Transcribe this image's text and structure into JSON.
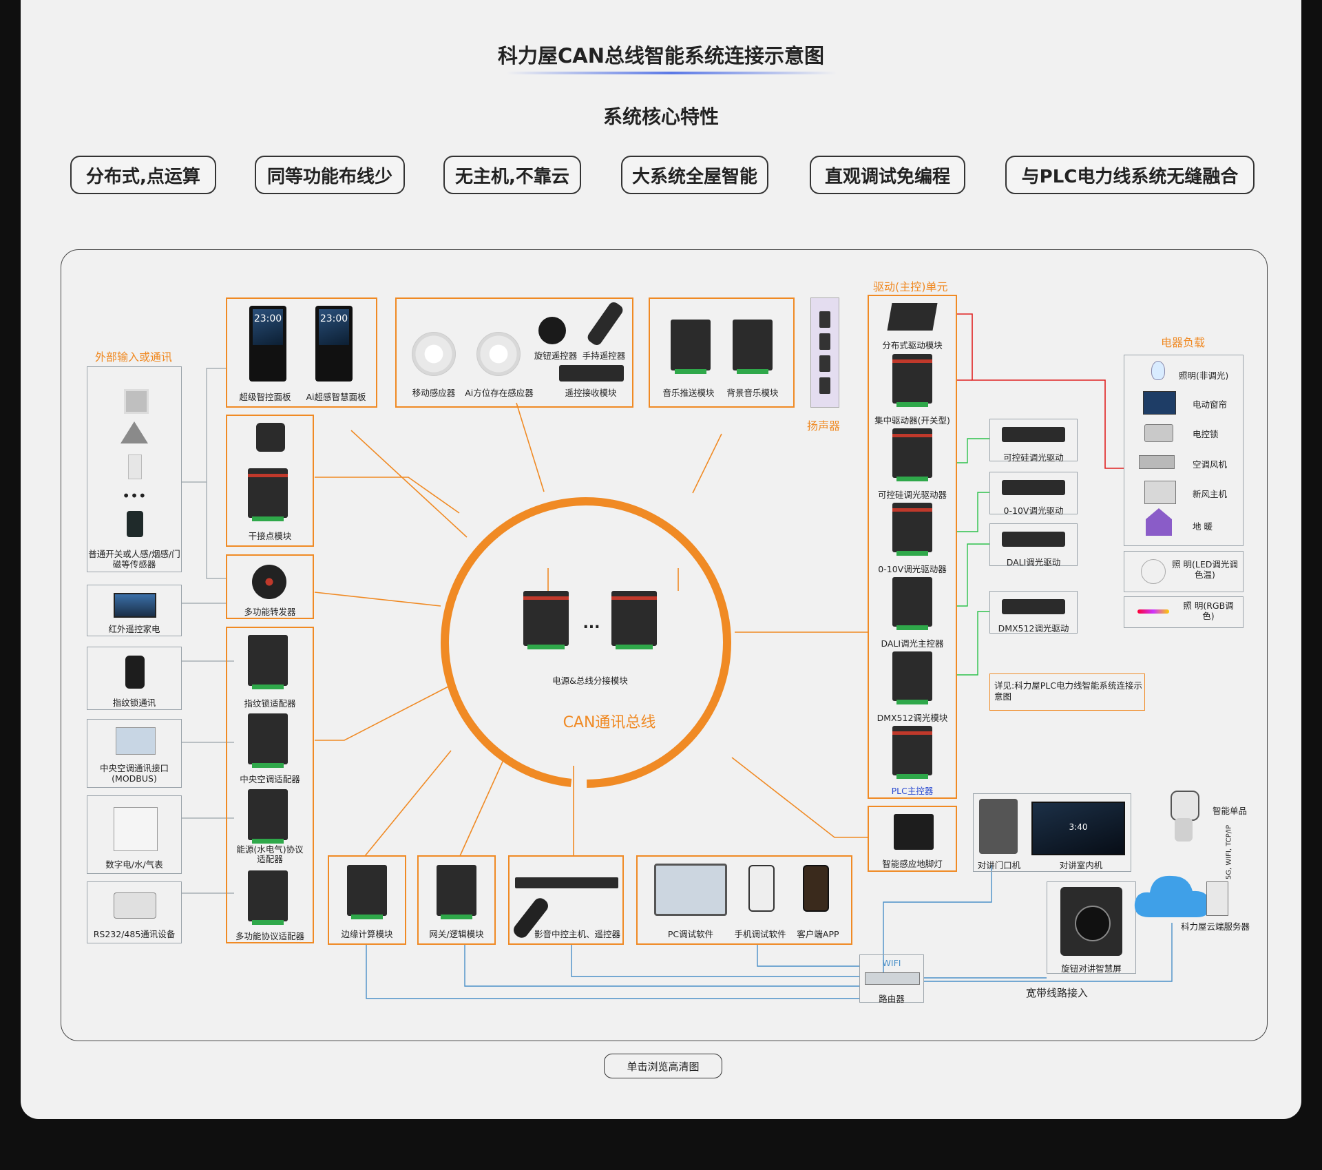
{
  "header": {
    "title": "科力屋CAN总线智能系统连接示意图",
    "subtitle": "系统核心特性"
  },
  "features": [
    "分布式,点运算",
    "同等功能布线少",
    "无主机,不靠云",
    "大系统全屋智能",
    "直观调试免编程",
    "与PLC电力线系统无缝融合"
  ],
  "bus": {
    "label": "CAN通讯总线",
    "power_module": "电源&总线分接模块",
    "dots": "..."
  },
  "sections": {
    "external": "外部输入或通讯",
    "driver": "驱动(主控)单元",
    "loads": "电器负载",
    "speaker": "扬声器"
  },
  "external_items": {
    "sensors": "普通开关或人感/烟感/门磁等传感器",
    "sensor_dots": "•••",
    "ir": "红外遥控家电",
    "fingerprint": "指纹锁通讯",
    "hvac": "中央空调通讯接口(MODBUS)",
    "meter": "数字电/水/气表",
    "rs": "RS232/485通讯设备"
  },
  "panels": {
    "super": "超级智控面板",
    "ai": "Ai超感智慧面板",
    "clock": "23:00"
  },
  "sensor_group": {
    "motion": "移动感应器",
    "presence": "Ai方位存在感应器",
    "knob": "旋钮遥控器",
    "handheld": "手持遥控器",
    "receiver": "遥控接收模块"
  },
  "music": {
    "push": "音乐推送模块",
    "bg": "背景音乐模块"
  },
  "left_modules": {
    "dry": "干接点模块",
    "repeater": "多功能转发器",
    "fp_adapter": "指纹锁适配器",
    "hvac_adapter": "中央空调适配器",
    "energy_adapter": "能源(水电气)协议适配器",
    "multi_adapter": "多功能协议适配器"
  },
  "bottom_modules": {
    "edge": "边缘计算模块",
    "gateway": "网关/逻辑模块",
    "av": "影音中控主机、遥控器",
    "pc": "PC调试软件",
    "mobile": "手机调试软件",
    "app": "客户端APP"
  },
  "drivers": [
    "分布式驱动模块",
    "集中驱动器(开关型)",
    "可控硅调光驱动器",
    "0-10V调光驱动器",
    "DALI调光主控器",
    "DMX512调光模块",
    "PLC主控器"
  ],
  "sub_drivers": [
    "可控硅调光驱动",
    "0-10V调光驱动",
    "DALI调光驱动",
    "DMX512调光驱动"
  ],
  "loads": [
    "照明(非调光)",
    "电动窗帘",
    "电控锁",
    "空调风机",
    "新风主机",
    "地 暖"
  ],
  "led_loads": {
    "led": "照 明(LED调光调色温)",
    "rgb": "照 明(RGB调色)"
  },
  "plc_note": "详见:科力屋PLC电力线智能系统连接示意图",
  "foot_light": "智能感应地脚灯",
  "intercom": {
    "door": "对讲门口机",
    "indoor": "对讲室内机",
    "knob": "旋钮对讲智慧屏",
    "clock": "3:40"
  },
  "network": {
    "wifi": "WIFI",
    "router": "路由器",
    "broadband": "宽带线路接入",
    "smart": "智能单品",
    "cloud": "科力屋云端服务器",
    "protocols": "5G, WIFI, TCP/IP"
  },
  "cta": "单击浏览高清图",
  "colors": {
    "accent": "#f08a24",
    "red_line": "#e02020",
    "green_line": "#2cc14a",
    "blue_line": "#4a90c8"
  }
}
